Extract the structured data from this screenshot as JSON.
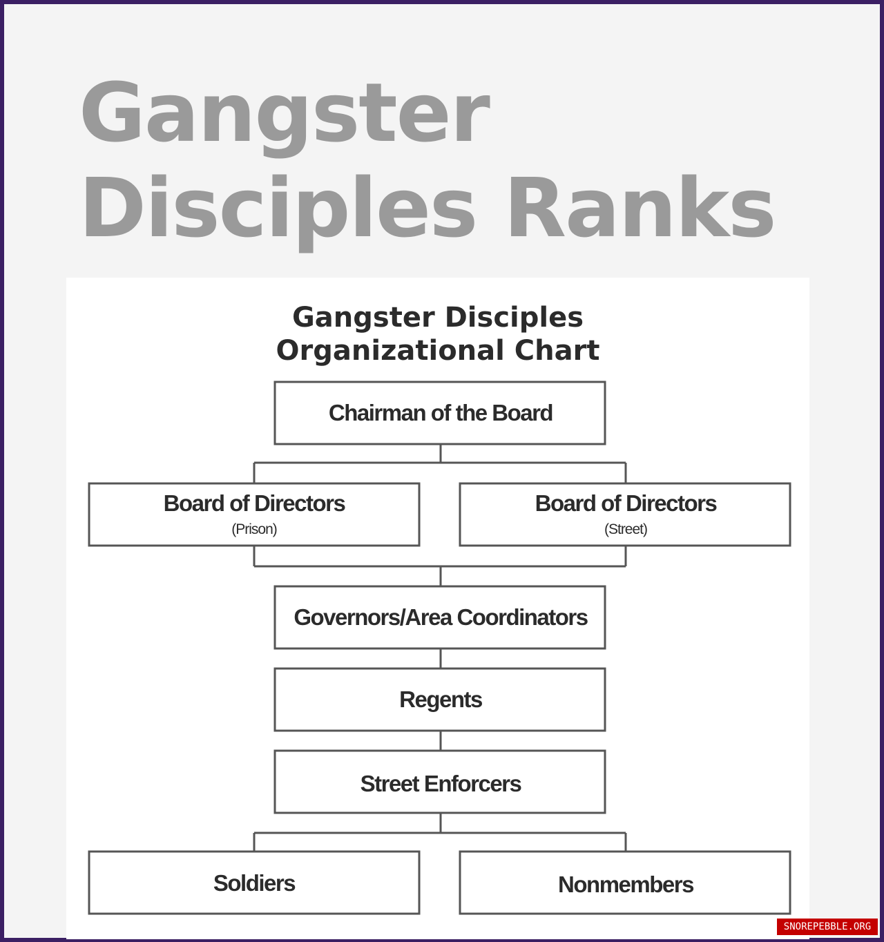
{
  "headline": {
    "line1": "Gangster",
    "line2": "Disciples Ranks"
  },
  "chart": {
    "title_line1": "Gangster Disciples",
    "title_line2": "Organizational Chart",
    "boxes": {
      "chairman": {
        "label": "Chairman of the Board"
      },
      "board_prison": {
        "label": "Board of Directors",
        "sub": "(Prison)"
      },
      "board_street": {
        "label": "Board of Directors",
        "sub": "(Street)"
      },
      "governors": {
        "label": "Governors/Area Coordinators"
      },
      "regents": {
        "label": "Regents"
      },
      "enforcers": {
        "label": "Street Enforcers"
      },
      "soldiers": {
        "label": "Soldiers"
      },
      "nonmembers": {
        "label": "Nonmembers"
      }
    }
  },
  "watermark": "SNOREPEBBLE.ORG",
  "colors": {
    "frame": "#3b1f63",
    "headline": "#9a9a9a",
    "box_stroke": "#555555",
    "watermark_bg": "#c40000"
  }
}
